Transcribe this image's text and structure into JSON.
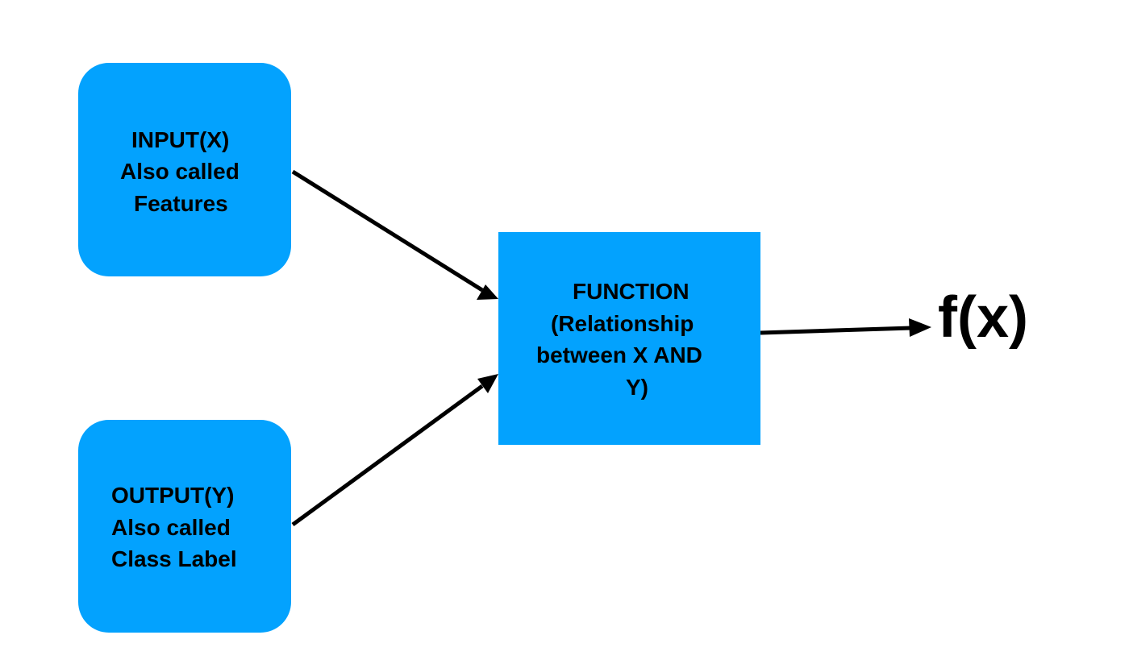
{
  "colors": {
    "node_fill": "#03a2fe",
    "text": "#000000",
    "arrow": "#000000",
    "background": "#ffffff"
  },
  "nodes": {
    "input": {
      "line1": "INPUT(X)",
      "line2": "Also called",
      "line3": "Features"
    },
    "output": {
      "line1": "OUTPUT(Y)",
      "line2": "Also called",
      "line3": "Class Label"
    },
    "function": {
      "line1": "FUNCTION",
      "line2": "(Relationship",
      "line3": "between X AND",
      "line4": "Y)"
    }
  },
  "result_label": "f(x)",
  "edges": [
    {
      "from": "input",
      "to": "function"
    },
    {
      "from": "output",
      "to": "function"
    },
    {
      "from": "function",
      "to": "result_label"
    }
  ]
}
